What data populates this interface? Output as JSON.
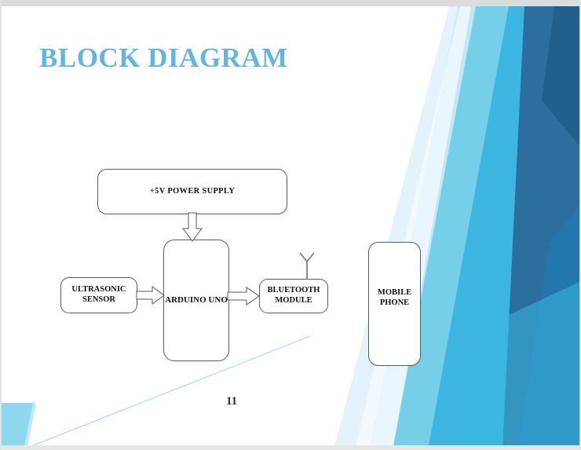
{
  "slide": {
    "title": "BLOCK DIAGRAM",
    "page_number": "11",
    "title_color": "#63b5dc",
    "background_color": "#ffffff"
  },
  "diagram": {
    "nodes": [
      {
        "id": "power",
        "label": "+5V POWER SUPPLY",
        "shape": "rounded-rect"
      },
      {
        "id": "ultrasonic",
        "label": "ULTRASONIC SENSOR",
        "shape": "rounded-rect"
      },
      {
        "id": "arduino",
        "label": "ARDUINO UNO",
        "shape": "rounded-rect"
      },
      {
        "id": "bluetooth",
        "label": "BLUETOOTH MODULE",
        "shape": "rounded-rect"
      },
      {
        "id": "mobile",
        "label": "MOBILE PHONE",
        "shape": "rounded-rect"
      }
    ],
    "connectors": [
      {
        "id": "power-to-arduino",
        "from": "power",
        "to": "arduino",
        "style": "block-arrow",
        "direction": "down"
      },
      {
        "id": "ultrasonic-to-arduino",
        "from": "ultrasonic",
        "to": "arduino",
        "style": "block-arrow",
        "direction": "right"
      },
      {
        "id": "arduino-to-bluetooth",
        "from": "arduino",
        "to": "bluetooth",
        "style": "block-arrow",
        "direction": "right"
      }
    ],
    "decorations": [
      {
        "id": "bluetooth-antenna",
        "attached_to": "bluetooth",
        "shape": "y-antenna"
      }
    ],
    "line_color": "#555a5e",
    "text_color": "#111111"
  },
  "background_art": {
    "palette": {
      "pale_blue": "#d9eef8",
      "light_blue": "#a5dcef",
      "sky_blue": "#72cde8",
      "mid_blue": "#36b3df",
      "steel_blue": "#2c6e9e",
      "deep_blue": "#215f8c"
    }
  }
}
